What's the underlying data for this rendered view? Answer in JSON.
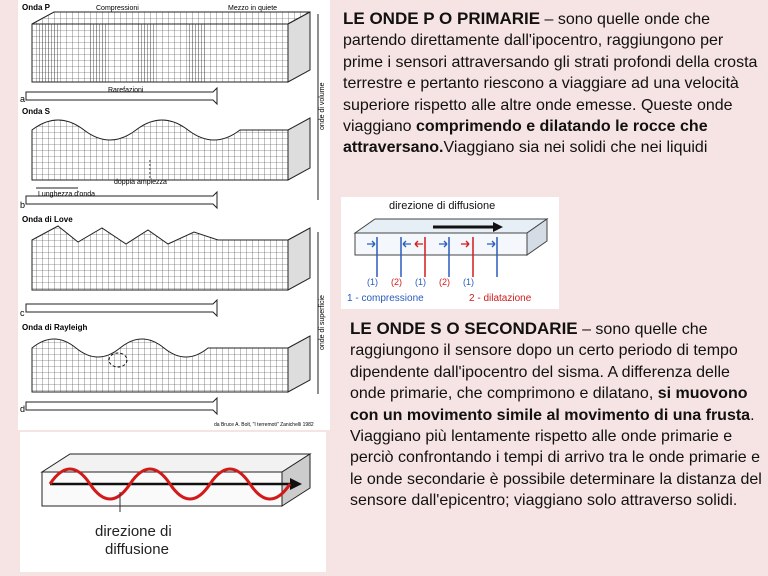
{
  "figure_left": {
    "rows": [
      {
        "letter": "a",
        "title": "Onda P",
        "label_top": "Compressioni",
        "label_right": "Mezzo in quiete",
        "label_bottom": "Rarefazioni"
      },
      {
        "letter": "b",
        "title": "Onda S",
        "label_mid": "doppia ampiezza",
        "label_bottom": "Lunghezza d'onda"
      },
      {
        "letter": "c",
        "title": "Onda di Love"
      },
      {
        "letter": "d",
        "title": "Onda di Rayleigh"
      }
    ],
    "side_label_volume": "onde di volume",
    "side_label_surface": "onde di superficie",
    "credit": "da Bruce A. Bolt, \"I terremoti\" Zanichelli 1982"
  },
  "figure_bottom": {
    "label_line1": "direzione di",
    "label_line2": "diffusione",
    "wave_color": "#d11a1a"
  },
  "p_section": {
    "heading": "LE ONDE P O PRIMARIE",
    "text1": " – sono quelle onde che partendo direttamente dall'ipocentro, raggiungono per prime i sensori attraversando gli strati profondi della crosta terrestre e pertanto riescono a viaggiare ad una velocità superiore rispetto alle altre onde emesse. Queste onde viaggiano ",
    "bold1": "comprimendo e dilatando le rocce che attraversano.",
    "text2": "Viaggiano sia nei solidi che nei liquidi"
  },
  "p_diagram": {
    "title": "direzione di diffusione",
    "markers": [
      "(1)",
      "(2)",
      "(1)",
      "(2)",
      "(1)"
    ],
    "legend_compression": "1 - compressione",
    "legend_dilatation": "2 - dilatazione",
    "color_compression": "#2a5bbf",
    "color_dilatation": "#d11a1a"
  },
  "s_section": {
    "heading": "LE ONDE S O SECONDARIE",
    "text1": " – sono quelle che raggiungono il sensore dopo un certo periodo di tempo dipendente dall'ipocentro del sisma. A differenza delle onde primarie, che comprimono e dilatano, ",
    "bold1": "si muovono con un movimento simile al movimento di una frusta",
    "text2": ". Viaggiano più lentamente rispetto alle onde primarie e perciò confrontando i tempi di arrivo tra le onde primarie e le onde secondarie è possibile determinare la distanza del sensore dall'epicentro; viaggiano solo attraverso solidi."
  }
}
